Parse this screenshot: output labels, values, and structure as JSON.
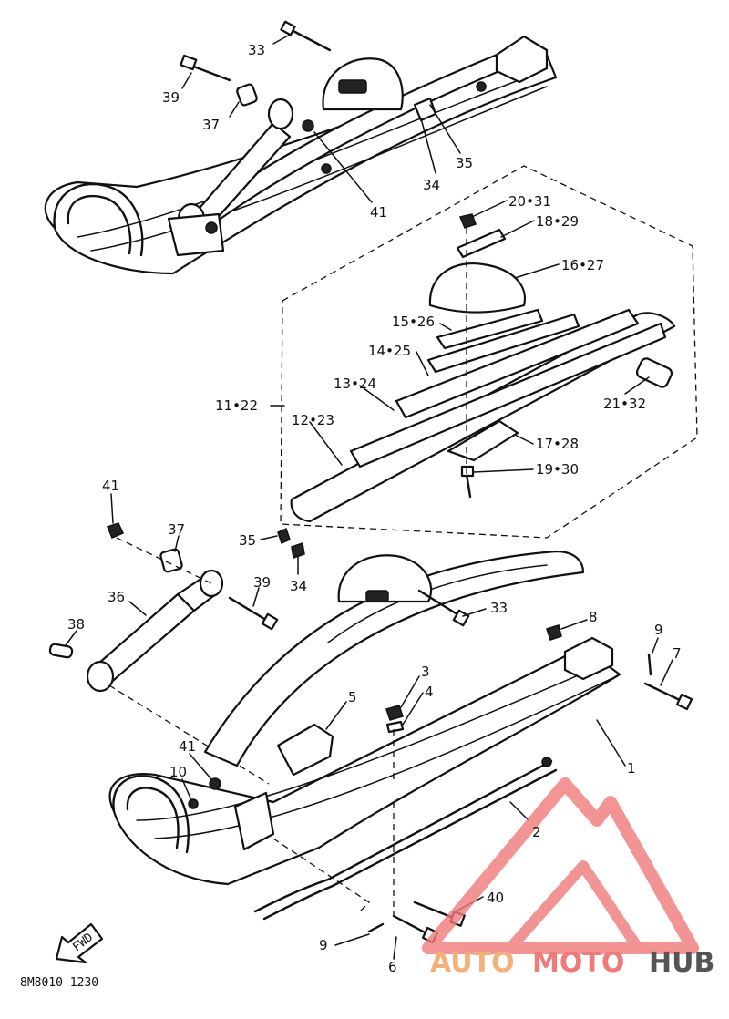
{
  "diagram": {
    "drawing_code": "8M8010-1230",
    "fwd_arrow_text": "FWD",
    "watermark": {
      "part1": "AUTO",
      "part2": "MOTO",
      "part3": "HUB",
      "color_primary": "#f07a7a",
      "color_secondary": "#f5b07a",
      "color_dark": "#555555"
    },
    "callouts": {
      "top_33": "33",
      "top_39": "39",
      "top_37": "37",
      "top_34": "34",
      "top_35": "35",
      "top_41": "41",
      "c_20_31": "20•31",
      "c_18_29": "18•29",
      "c_16_27": "16•27",
      "c_15_26": "15•26",
      "c_14_25": "14•25",
      "c_13_24": "13•24",
      "c_11_22": "11•22",
      "c_12_23": "12•23",
      "c_21_32": "21•32",
      "c_17_28": "17•28",
      "c_19_30": "19•30",
      "mid_41": "41",
      "mid_37": "37",
      "mid_35": "35",
      "mid_34": "34",
      "mid_39": "39",
      "mid_36": "36",
      "mid_38": "38",
      "mid_33": "33",
      "c_8": "8",
      "c_9a": "9",
      "c_7": "7",
      "c_3": "3",
      "c_4": "4",
      "c_5": "5",
      "c_1": "1",
      "low_41": "41",
      "c_10": "10",
      "c_2": "2",
      "c_40": "40",
      "c_9b": "9",
      "c_6": "6"
    }
  }
}
